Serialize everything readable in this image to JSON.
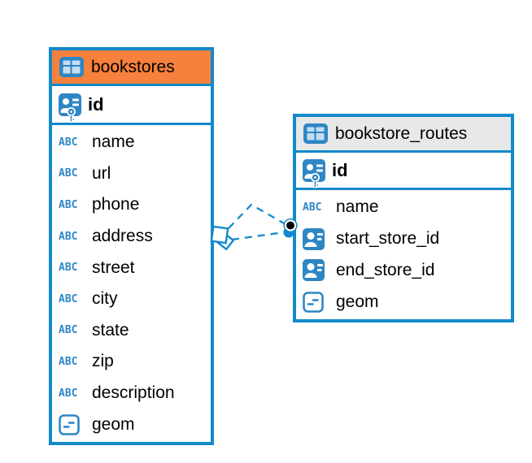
{
  "diagram": {
    "abc_icon_text": "ABC",
    "colors": {
      "border_blue": "#1389CB",
      "icon_blue": "#2E86C4",
      "abc_blue": "#2E87C6",
      "bookstores_header": "#F5813D",
      "routes_header": "#E8E8E8",
      "relationship_line": "#1389CB"
    },
    "tables": [
      {
        "name": "bookstores",
        "header_icon": "table-icon",
        "primary_key": {
          "label": "id",
          "icon": "person-key-icon"
        },
        "columns": [
          {
            "label": "name",
            "icon": "abc-icon"
          },
          {
            "label": "url",
            "icon": "abc-icon"
          },
          {
            "label": "phone",
            "icon": "abc-icon"
          },
          {
            "label": "address",
            "icon": "abc-icon"
          },
          {
            "label": "street",
            "icon": "abc-icon"
          },
          {
            "label": "city",
            "icon": "abc-icon"
          },
          {
            "label": "state",
            "icon": "abc-icon"
          },
          {
            "label": "zip",
            "icon": "abc-icon"
          },
          {
            "label": "description",
            "icon": "abc-icon"
          },
          {
            "label": "geom",
            "icon": "geometry-icon"
          }
        ]
      },
      {
        "name": "bookstore_routes",
        "header_icon": "table-icon",
        "primary_key": {
          "label": "id",
          "icon": "person-key-icon"
        },
        "columns": [
          {
            "label": "name",
            "icon": "abc-icon"
          },
          {
            "label": "start_store_id",
            "icon": "person-badge-icon"
          },
          {
            "label": "end_store_id",
            "icon": "person-badge-icon"
          },
          {
            "label": "geom",
            "icon": "geometry-icon"
          }
        ]
      }
    ],
    "relationships": [
      {
        "from_table": "bookstore_routes",
        "to_table": "bookstores",
        "line_style": "dashed"
      },
      {
        "from_table": "bookstore_routes",
        "to_table": "bookstores",
        "line_style": "dashed"
      }
    ]
  }
}
